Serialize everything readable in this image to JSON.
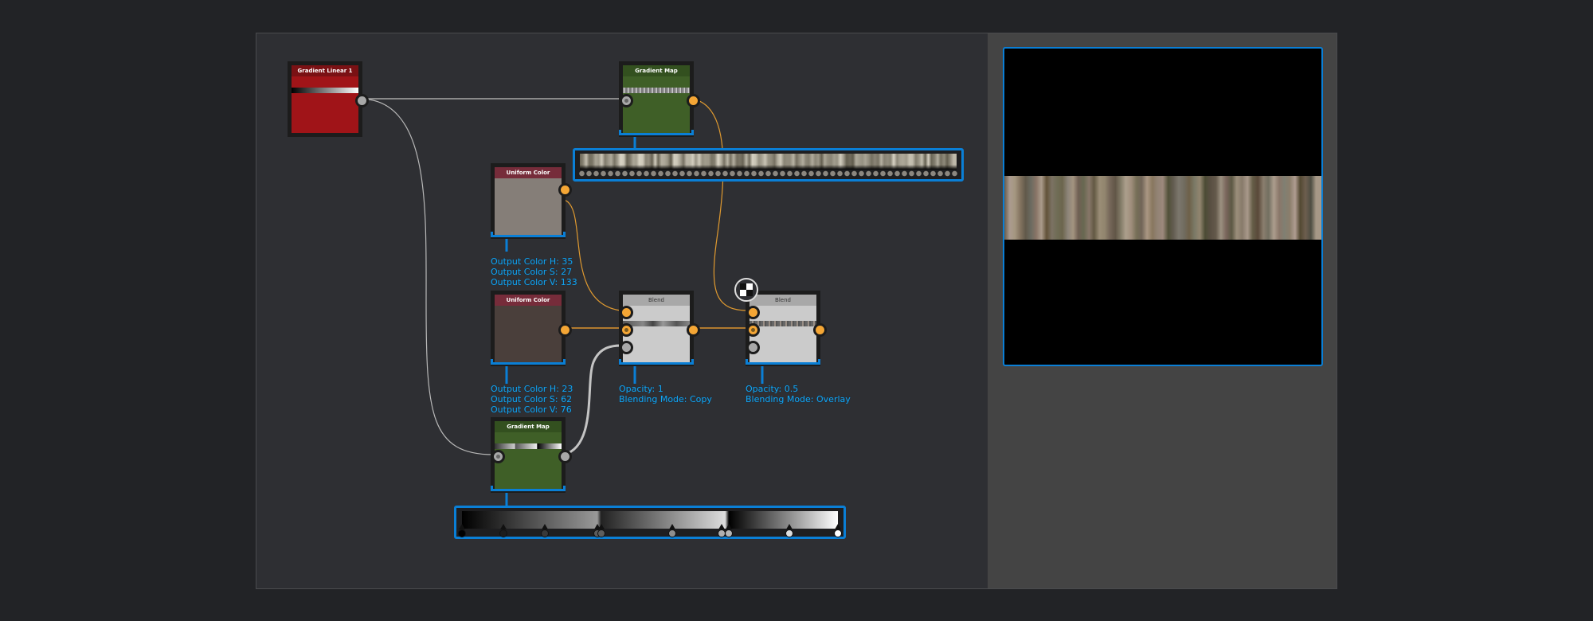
{
  "graph": {
    "nodes": [
      {
        "id": "gradient-linear",
        "title": "Gradient Linear 1",
        "color": "#a01418",
        "header": "#7a1114"
      },
      {
        "id": "gradient-map-top",
        "title": "Gradient Map",
        "color": "#3f5f27",
        "header": "#33501f"
      },
      {
        "id": "uniform-color-1",
        "title": "Uniform Color",
        "color": "#857e78",
        "header": "#762c3a",
        "params": [
          "Output Color H: 35",
          "Output Color S: 27",
          "Output Color V: 133"
        ]
      },
      {
        "id": "uniform-color-2",
        "title": "Uniform Color",
        "color": "#4a3f3b",
        "header": "#762c3a",
        "params": [
          "Output Color H: 23",
          "Output Color S: 62",
          "Output Color V: 76"
        ]
      },
      {
        "id": "blend-1",
        "title": "Blend",
        "color": "#cbcbcb",
        "header": "#a8a8a8",
        "params": [
          "Opacity: 1",
          "Blending Mode: Copy"
        ]
      },
      {
        "id": "blend-2",
        "title": "Blend",
        "color": "#cbcbcb",
        "header": "#a8a8a8",
        "params": [
          "Opacity: 0.5",
          "Blending Mode: Overlay"
        ]
      },
      {
        "id": "gradient-map-bottom",
        "title": "Gradient Map",
        "color": "#3f5f27",
        "header": "#33501f"
      }
    ],
    "gradient_editor_stops": [
      0,
      0.11,
      0.22,
      0.36,
      0.37,
      0.56,
      0.69,
      0.71,
      0.87,
      1.0
    ],
    "accent": "#0a7fd6",
    "link_orange": "#f4a635",
    "link_grey": "#a8a8a8"
  },
  "preview": {
    "icon": "checkerboard-icon"
  }
}
